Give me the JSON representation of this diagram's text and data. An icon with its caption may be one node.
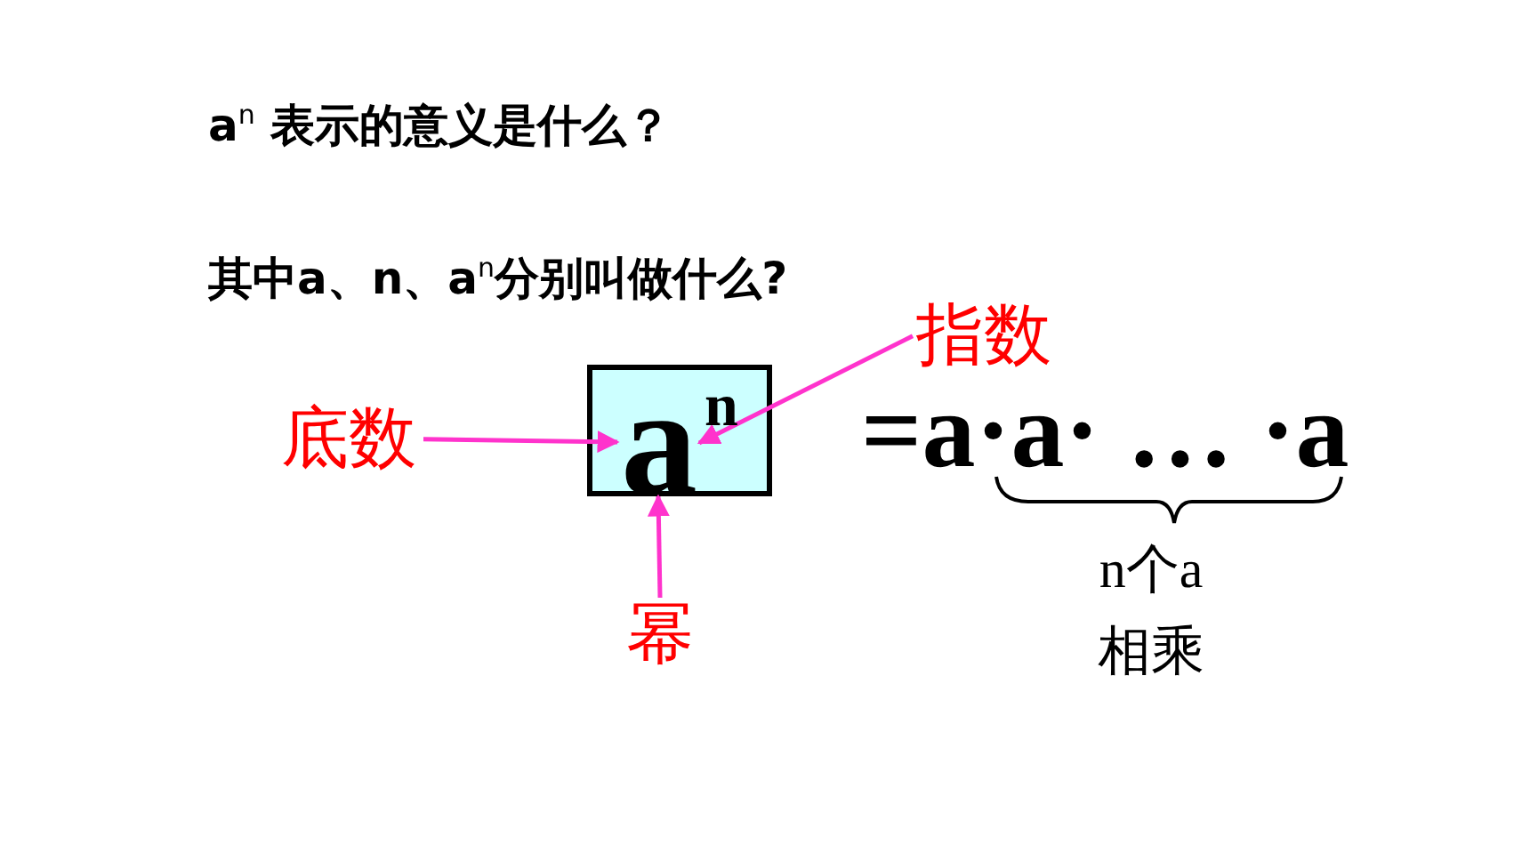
{
  "diagram": {
    "nodes": [
      {
        "text": [
          "指数"
        ]
      },
      {
        "text": [
          "底数"
        ]
      },
      {
        "text": [
          "幂"
        ]
      },
      {
        "text": [],
        "shape": "box"
      },
      {
        "text": [
          "a"
        ],
        "in": 3
      },
      {
        "text": [
          "n"
        ],
        "in": 3
      }
    ],
    "edges": [
      {
        "from": 1,
        "to": 4,
        "arrow": "to"
      },
      {
        "from": 0,
        "to": 5,
        "arrow": "to"
      },
      {
        "from": 2,
        "to": 3,
        "arrow": "to"
      }
    ],
    "labels": [
      "a$^{n}$ 表示的意义是什么？",
      "其中a、n、a$^{n}$分别叫做什么?",
      "=a·a· … ·a",
      "n个a相乘"
    ]
  }
}
